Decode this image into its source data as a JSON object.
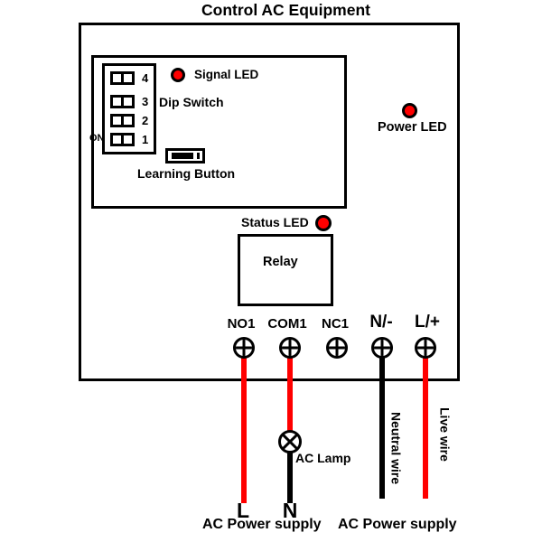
{
  "title": "Control AC Equipment",
  "colors": {
    "led": "#ff0000",
    "live_wire": "#ff0000",
    "neutral_wire": "#000000"
  },
  "module": {
    "dip_switch": {
      "label": "Dip Switch",
      "on_label": "ON",
      "positions": [
        "4",
        "3",
        "2",
        "1"
      ]
    },
    "signal_led_label": "Signal LED",
    "learning_button_label": "Learning Button",
    "power_led_label": "Power LED",
    "status_led_label": "Status LED",
    "relay_label": "Relay",
    "terminals": [
      "NO1",
      "COM1",
      "NC1",
      "N/-",
      "L/+"
    ]
  },
  "wiring": {
    "ac_lamp_label": "AC Lamp",
    "live_terminal_label": "L",
    "neutral_terminal_label": "N",
    "neutral_wire_label": "Neutral wire",
    "live_wire_label": "Live wire",
    "left_supply_label": "AC Power supply",
    "right_supply_label": "AC Power supply"
  }
}
